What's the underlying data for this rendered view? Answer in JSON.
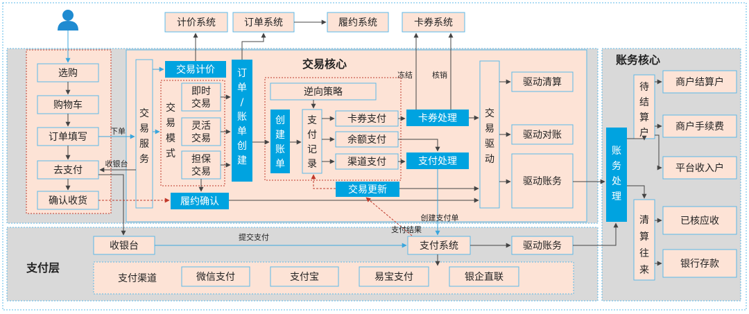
{
  "colors": {
    "accent": "#00a3e0",
    "peach": "#fde3d6",
    "gray_band": "#d9d9d9",
    "light_panel": "#fbf1ec",
    "border": "#5bb8e8",
    "dotted_red": "#c0392b",
    "arrow": "#555555",
    "arrow_blue": "#3aa6dd"
  },
  "icons": {
    "user": "user-icon"
  },
  "top": {
    "pricing": "计价系统",
    "order": "订单系统",
    "fulfillment": "履约系统",
    "coupon": "卡券系统"
  },
  "user_flow": {
    "browse": "选购",
    "cart": "购物车",
    "fill_order": "订单填写",
    "go_pay": "去支付",
    "confirm_receipt": "确认收货"
  },
  "trade_core": {
    "title": "交易核心",
    "trade_service": "交易服务",
    "trade_pricing": "交易计价",
    "trade_mode": "交易模式",
    "instant": "即时交易",
    "flexible": "灵活交易",
    "escrow": "担保交易",
    "order_create": "订单/账单创建",
    "reverse_strategy": "逆向策略",
    "create_bill": "创建账单",
    "pay_record": "支付记录",
    "coupon_pay": "卡券支付",
    "balance_pay": "余额支付",
    "channel_pay": "渠道支付",
    "coupon_process": "卡券处理",
    "pay_process": "支付处理",
    "trade_update": "交易更新",
    "fulfillment_confirm": "履约确认",
    "trade_drive": "交易驱动",
    "drive_settle": "驱动清算",
    "drive_reconcile": "驱动对账",
    "drive_accounting": "驱动账务"
  },
  "accounting_core": {
    "title": "账务核心",
    "account_process": "账务处理",
    "pending_settle": "待结算户",
    "merchant_settle": "商户结算户",
    "merchant_fee": "商户手续费",
    "platform_income": "平台收入户",
    "clearing": "清算往来",
    "written_off": "已核应收",
    "bank_deposit": "银行存款"
  },
  "payment_layer": {
    "title": "支付层",
    "cashier": "收银台",
    "pay_system": "支付系统",
    "drive_accounting": "驱动账务",
    "pay_channel": "支付渠道",
    "wechat": "微信支付",
    "alipay": "支付宝",
    "yeepay": "易宝支付",
    "bank_direct": "银企直联"
  },
  "edge_labels": {
    "freeze": "冻结",
    "write_off": "核销",
    "place_order": "下单",
    "cashier": "收银台",
    "create_pay_order": "创建支付单",
    "pay_result": "支付结果",
    "submit_pay": "提交支付"
  }
}
